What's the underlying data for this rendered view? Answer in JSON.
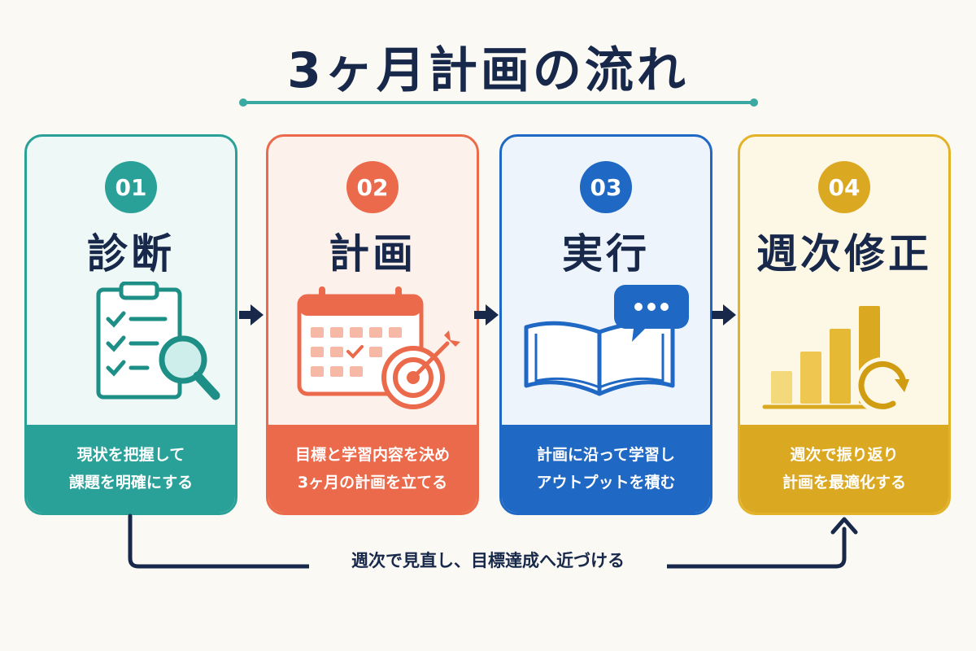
{
  "title": "3ヶ月計画の流れ",
  "steps": [
    {
      "num": "01",
      "heading": "診断",
      "line1": "現状を把握して",
      "line2": "課題を明確にする",
      "icon": "clipboard-magnifier-icon",
      "color": "#2aa198"
    },
    {
      "num": "02",
      "heading": "計画",
      "line1": "目標と学習内容を決め",
      "line2": "3ヶ月の計画を立てる",
      "icon": "calendar-target-icon",
      "color": "#eb6a4b"
    },
    {
      "num": "03",
      "heading": "実行",
      "line1": "計画に沿って学習し",
      "line2": "アウトプットを積む",
      "icon": "book-speech-bubble-icon",
      "color": "#1f68c4"
    },
    {
      "num": "04",
      "heading": "週次修正",
      "line1": "週次で振り返り",
      "line2": "計画を最適化する",
      "icon": "bar-chart-refresh-icon",
      "color": "#dba921"
    }
  ],
  "loop_label": "週次で見直し、目標達成へ近づける",
  "colors": {
    "navy": "#17284a",
    "accent_line": "#3aa9a2"
  }
}
